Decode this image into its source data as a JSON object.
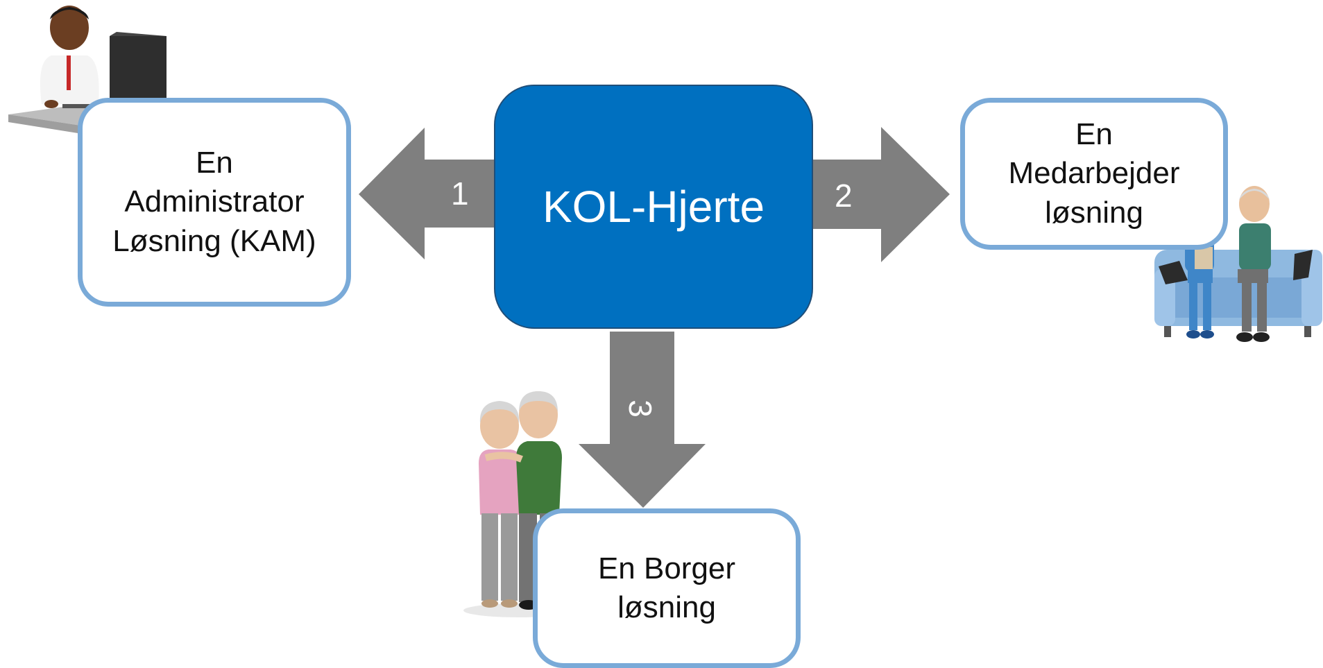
{
  "diagram": {
    "hub": {
      "label": "KOL-Hjerte"
    },
    "nodes": [
      {
        "id": "admin",
        "lines": [
          "En",
          "Administrator",
          "Løsning (KAM)"
        ]
      },
      {
        "id": "staff",
        "lines": [
          "En",
          "Medarbejder",
          "løsning"
        ]
      },
      {
        "id": "citizen",
        "lines": [
          "En Borger",
          "løsning"
        ]
      }
    ],
    "arrows": [
      {
        "label": "1",
        "from": "KOL-Hjerte",
        "to": "admin"
      },
      {
        "label": "2",
        "from": "KOL-Hjerte",
        "to": "staff"
      },
      {
        "label": "3",
        "from": "KOL-Hjerte",
        "to": "citizen"
      }
    ],
    "illustrations": [
      {
        "name": "doctor-at-computer",
        "near": "admin"
      },
      {
        "name": "nurse-with-patient-on-sofa",
        "near": "staff"
      },
      {
        "name": "elderly-couple",
        "near": "citizen"
      }
    ]
  },
  "colors": {
    "hub_fill": "#0070C0",
    "hub_border": "#1F4E79",
    "box_border": "#7AAAD8",
    "arrow_fill": "#7F7F7F",
    "text": "#111111"
  }
}
